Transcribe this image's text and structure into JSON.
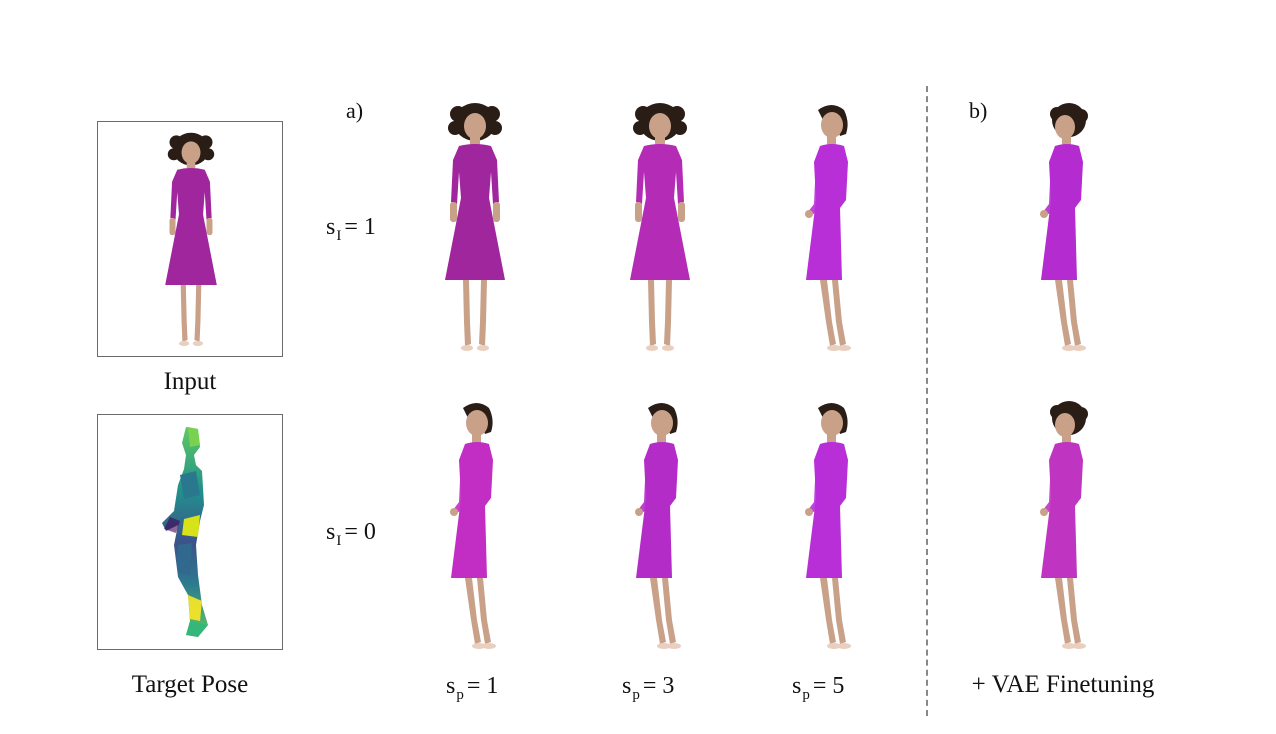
{
  "panel_labels": {
    "a": "a)",
    "b": "b)"
  },
  "left_captions": {
    "input": "Input",
    "target_pose": "Target Pose"
  },
  "row_labels": [
    {
      "base": "s",
      "sub": "I",
      "rest": "= 1"
    },
    {
      "base": "s",
      "sub": "I",
      "rest": "= 0"
    }
  ],
  "col_labels": [
    {
      "base": "s",
      "sub": "p",
      "rest": "= 1"
    },
    {
      "base": "s",
      "sub": "p",
      "rest": "= 3"
    },
    {
      "base": "s",
      "sub": "p",
      "rest": "= 5"
    }
  ],
  "right_caption": "+ VAE Finetuning",
  "colors": {
    "dress_dark": "#a0269e",
    "dress_bright": "#c22ec4",
    "dress_vivid": "#b82fd8",
    "skin": "#c9a088",
    "hair": "#2a1d16",
    "frame": "#6b6b6b"
  }
}
